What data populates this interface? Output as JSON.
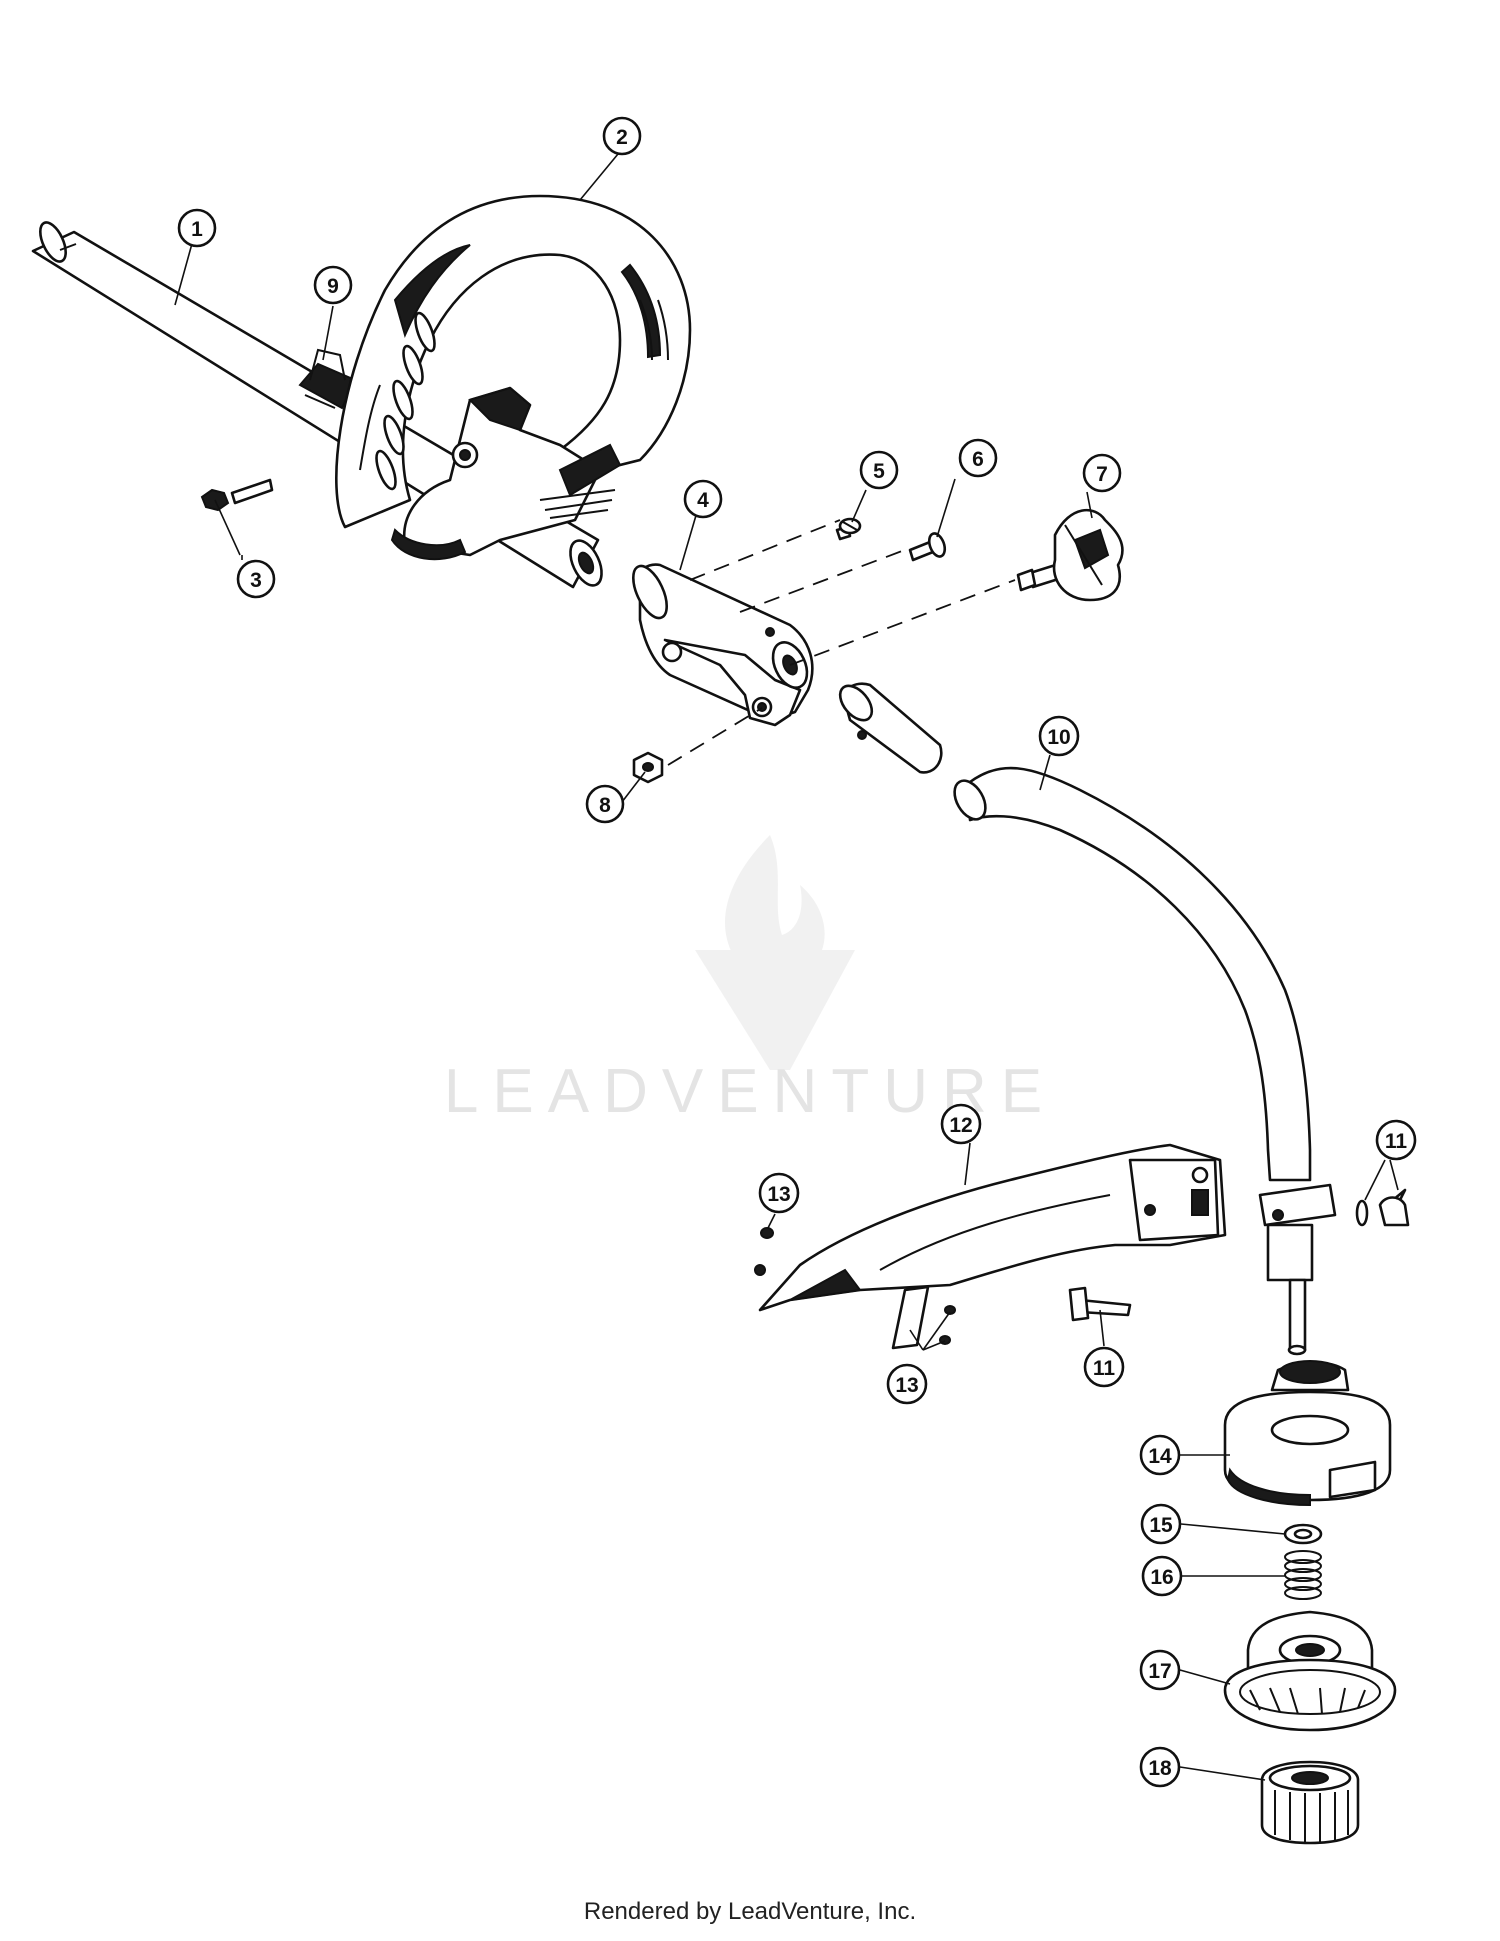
{
  "watermark": {
    "text": "LEADVENTURE"
  },
  "footer": {
    "text": "Rendered by LeadVenture, Inc."
  },
  "callouts": [
    {
      "id": "c1",
      "label": "1"
    },
    {
      "id": "c2",
      "label": "2"
    },
    {
      "id": "c3",
      "label": "3"
    },
    {
      "id": "c4",
      "label": "4"
    },
    {
      "id": "c5",
      "label": "5"
    },
    {
      "id": "c6",
      "label": "6"
    },
    {
      "id": "c7",
      "label": "7"
    },
    {
      "id": "c8",
      "label": "8"
    },
    {
      "id": "c9",
      "label": "9"
    },
    {
      "id": "c10",
      "label": "10"
    },
    {
      "id": "c11a",
      "label": "11"
    },
    {
      "id": "c11b",
      "label": "11"
    },
    {
      "id": "c12",
      "label": "12"
    },
    {
      "id": "c13a",
      "label": "13"
    },
    {
      "id": "c13b",
      "label": "13"
    },
    {
      "id": "c14",
      "label": "14"
    },
    {
      "id": "c15",
      "label": "15"
    },
    {
      "id": "c16",
      "label": "16"
    },
    {
      "id": "c17",
      "label": "17"
    },
    {
      "id": "c18",
      "label": "18"
    }
  ]
}
